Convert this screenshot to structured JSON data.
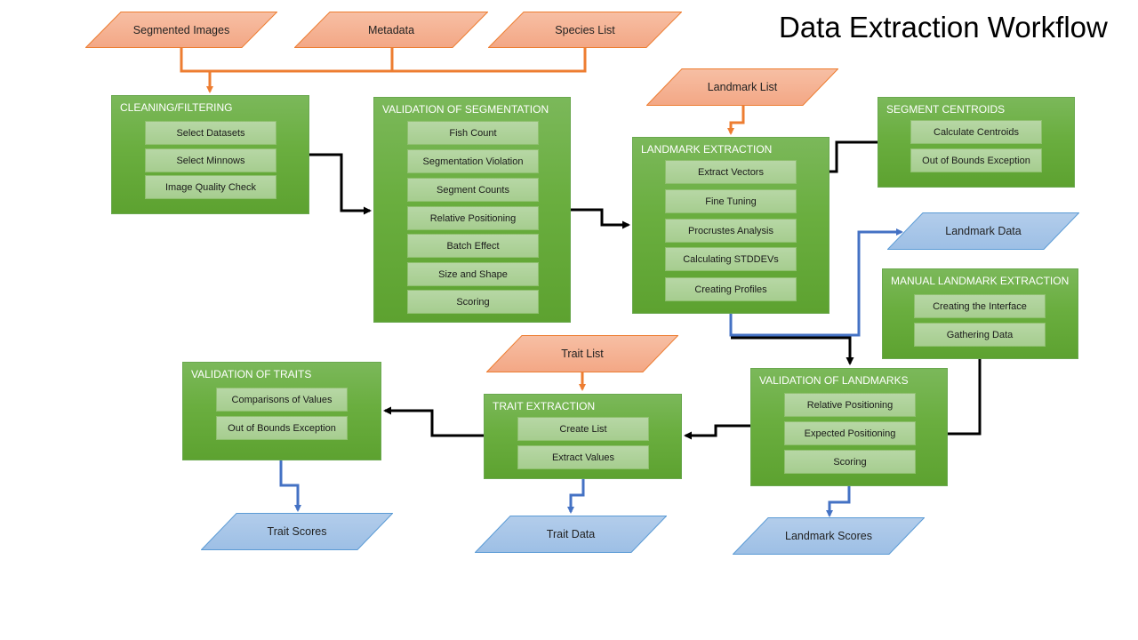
{
  "title": "Data Extraction Workflow",
  "colors": {
    "input_fill": "#f4b095",
    "input_border": "#ed7d31",
    "output_fill": "#a9c6e8",
    "output_border": "#5b9bd5",
    "process_fill": "#6aae3f",
    "process_item_fill": "#a9d08e",
    "orange_connector": "#ed7d31",
    "blue_connector": "#4472c4",
    "black_connector": "#000000"
  },
  "inputs": {
    "segmented_images": "Segmented Images",
    "metadata": "Metadata",
    "species_list": "Species List",
    "landmark_list": "Landmark List",
    "trait_list": "Trait List"
  },
  "outputs": {
    "landmark_data": "Landmark Data",
    "landmark_scores": "Landmark Scores",
    "trait_data": "Trait Data",
    "trait_scores": "Trait Scores"
  },
  "processes": {
    "cleaning": {
      "title": "CLEANING/FILTERING",
      "items": [
        "Select Datasets",
        "Select Minnows",
        "Image Quality Check"
      ]
    },
    "validation_segmentation": {
      "title": "VALIDATION OF SEGMENTATION",
      "items": [
        "Fish Count",
        "Segmentation Violation",
        "Segment Counts",
        "Relative Positioning",
        "Batch Effect",
        "Size and Shape",
        "Scoring"
      ]
    },
    "landmark_extraction": {
      "title": "LANDMARK EXTRACTION",
      "items": [
        "Extract Vectors",
        "Fine Tuning",
        "Procrustes Analysis",
        "Calculating STDDEVs",
        "Creating Profiles"
      ]
    },
    "segment_centroids": {
      "title": "SEGMENT CENTROIDS",
      "items": [
        "Calculate Centroids",
        "Out of Bounds Exception"
      ]
    },
    "manual_landmark_extraction": {
      "title": "MANUAL LANDMARK EXTRACTION",
      "items": [
        "Creating the Interface",
        "Gathering Data"
      ]
    },
    "validation_landmarks": {
      "title": "VALIDATION OF LANDMARKS",
      "items": [
        "Relative Positioning",
        "Expected Positioning",
        "Scoring"
      ]
    },
    "trait_extraction": {
      "title": "TRAIT EXTRACTION",
      "items": [
        "Create List",
        "Extract Values"
      ]
    },
    "validation_traits": {
      "title": "VALIDATION OF TRAITS",
      "items": [
        "Comparisons of Values",
        "Out of Bounds Exception"
      ]
    }
  },
  "edges": [
    {
      "from": "Segmented Images",
      "to": "CLEANING/FILTERING",
      "kind": "input"
    },
    {
      "from": "Metadata",
      "to": "CLEANING/FILTERING",
      "kind": "input"
    },
    {
      "from": "Species List",
      "to": "CLEANING/FILTERING",
      "kind": "input"
    },
    {
      "from": "CLEANING/FILTERING",
      "to": "VALIDATION OF SEGMENTATION",
      "kind": "flow"
    },
    {
      "from": "VALIDATION OF SEGMENTATION",
      "to": "LANDMARK EXTRACTION",
      "kind": "flow"
    },
    {
      "from": "Landmark List",
      "to": "LANDMARK EXTRACTION",
      "kind": "input"
    },
    {
      "from": "SEGMENT CENTROIDS",
      "to": "Extract Vectors",
      "kind": "flow"
    },
    {
      "from": "LANDMARK EXTRACTION",
      "to": "Landmark Data",
      "kind": "output"
    },
    {
      "from": "LANDMARK EXTRACTION",
      "to": "VALIDATION OF LANDMARKS",
      "kind": "flow"
    },
    {
      "from": "MANUAL LANDMARK EXTRACTION",
      "to": "Expected Positioning",
      "kind": "flow"
    },
    {
      "from": "VALIDATION OF LANDMARKS",
      "to": "Landmark Scores",
      "kind": "output"
    },
    {
      "from": "VALIDATION OF LANDMARKS",
      "to": "TRAIT EXTRACTION",
      "kind": "flow"
    },
    {
      "from": "Trait List",
      "to": "TRAIT EXTRACTION",
      "kind": "input"
    },
    {
      "from": "TRAIT EXTRACTION",
      "to": "Trait Data",
      "kind": "output"
    },
    {
      "from": "TRAIT EXTRACTION",
      "to": "VALIDATION OF TRAITS",
      "kind": "flow"
    },
    {
      "from": "VALIDATION OF TRAITS",
      "to": "Trait Scores",
      "kind": "output"
    }
  ]
}
